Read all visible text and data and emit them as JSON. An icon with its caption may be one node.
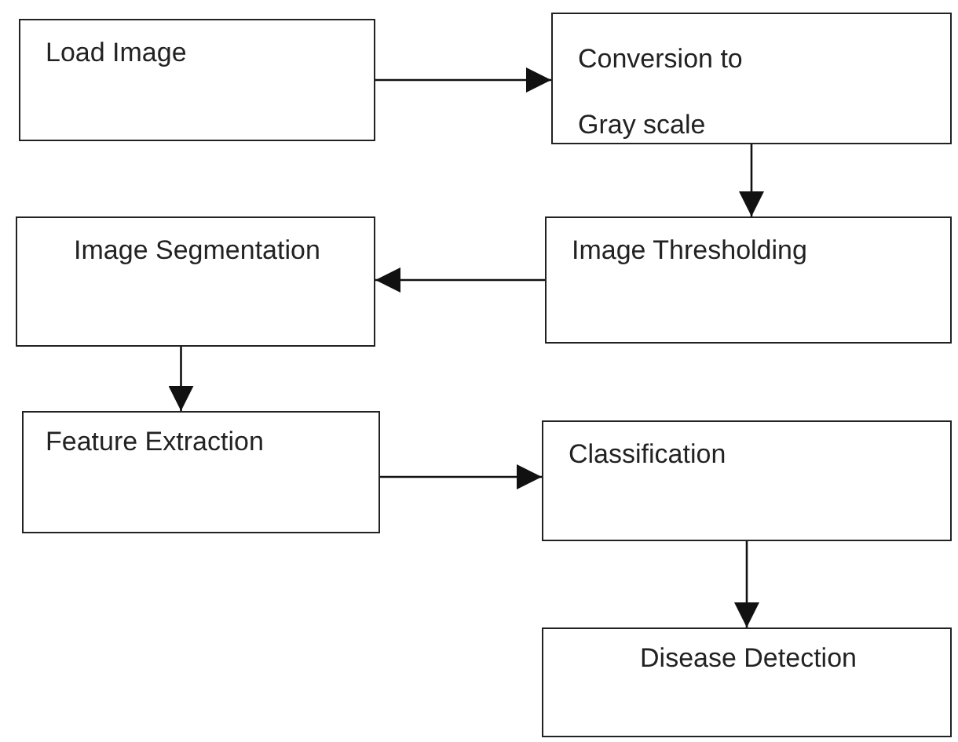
{
  "diagram": {
    "nodes": [
      {
        "text": [
          "Load Image"
        ]
      },
      {
        "text": [
          "Conversion to Gray scale"
        ]
      },
      {
        "text": [
          "Image Thresholding"
        ]
      },
      {
        "text": [
          "Image Segmentation"
        ]
      },
      {
        "text": [
          "Feature Extraction"
        ]
      },
      {
        "text": [
          "Classification"
        ]
      },
      {
        "text": [
          "Disease Detection"
        ]
      }
    ],
    "edges": [
      {
        "from": 0,
        "to": 1,
        "arrow": "to"
      },
      {
        "from": 1,
        "to": 2,
        "arrow": "to"
      },
      {
        "from": 2,
        "to": 3,
        "arrow": "to"
      },
      {
        "from": 3,
        "to": 4,
        "arrow": "to"
      },
      {
        "from": 4,
        "to": 5,
        "arrow": "to"
      },
      {
        "from": 5,
        "to": 6,
        "arrow": "to"
      }
    ]
  }
}
